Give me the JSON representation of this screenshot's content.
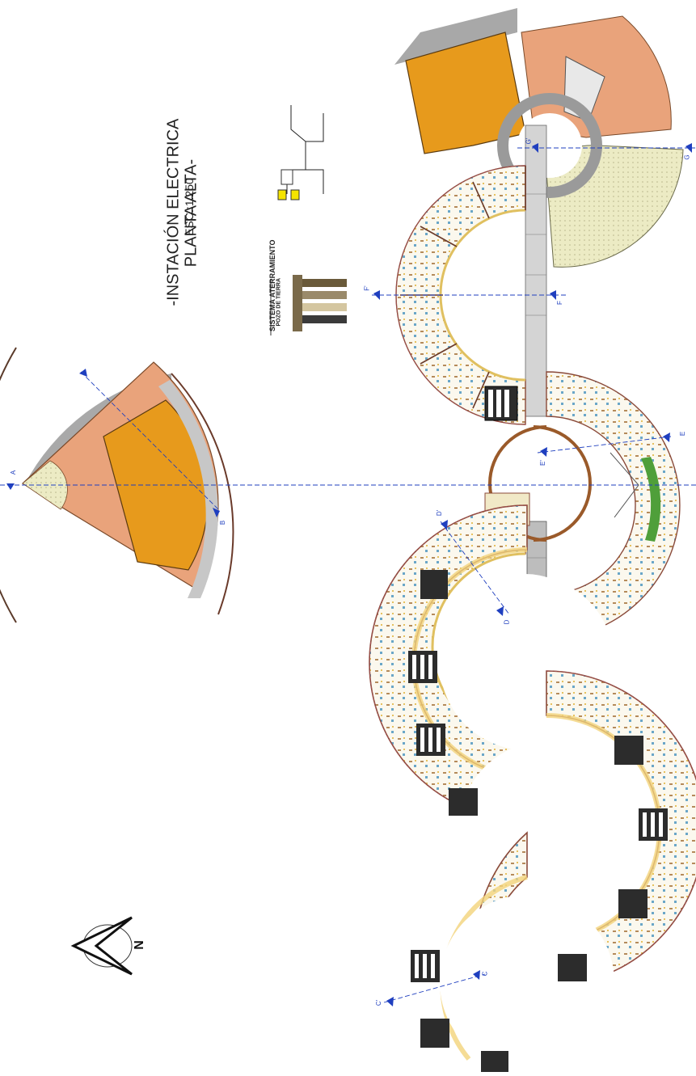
{
  "title": {
    "line1": "-INSTACIÓN ELECTRICA",
    "line2": "PLANTA ALTA-",
    "scale": "ESC.:1:250"
  },
  "grounding": {
    "title": "SISTEMA ATERRAMIENTO",
    "subtitle": "POZO DE TIERRA"
  },
  "north": {
    "label": "N"
  },
  "sections": [
    {
      "id": "section-a",
      "label": "A"
    },
    {
      "id": "section-b",
      "label": "B"
    },
    {
      "id": "section-c",
      "label": "C"
    },
    {
      "id": "section-c-prime",
      "label": "C'"
    },
    {
      "id": "section-d",
      "label": "D"
    },
    {
      "id": "section-d-prime",
      "label": "D'"
    },
    {
      "id": "section-e",
      "label": "E"
    },
    {
      "id": "section-e-prime",
      "label": "E'"
    },
    {
      "id": "section-f",
      "label": "F"
    },
    {
      "id": "section-f-prime",
      "label": "F'"
    },
    {
      "id": "section-g",
      "label": "G"
    },
    {
      "id": "section-g-prime",
      "label": "G'"
    }
  ],
  "colors": {
    "orange": "#e79a1c",
    "salmon": "#e9a37b",
    "cream": "#ecebc4",
    "wall": "#9a9a9a",
    "section_blue": "#1f3fbf",
    "green": "#4f9f3a"
  }
}
